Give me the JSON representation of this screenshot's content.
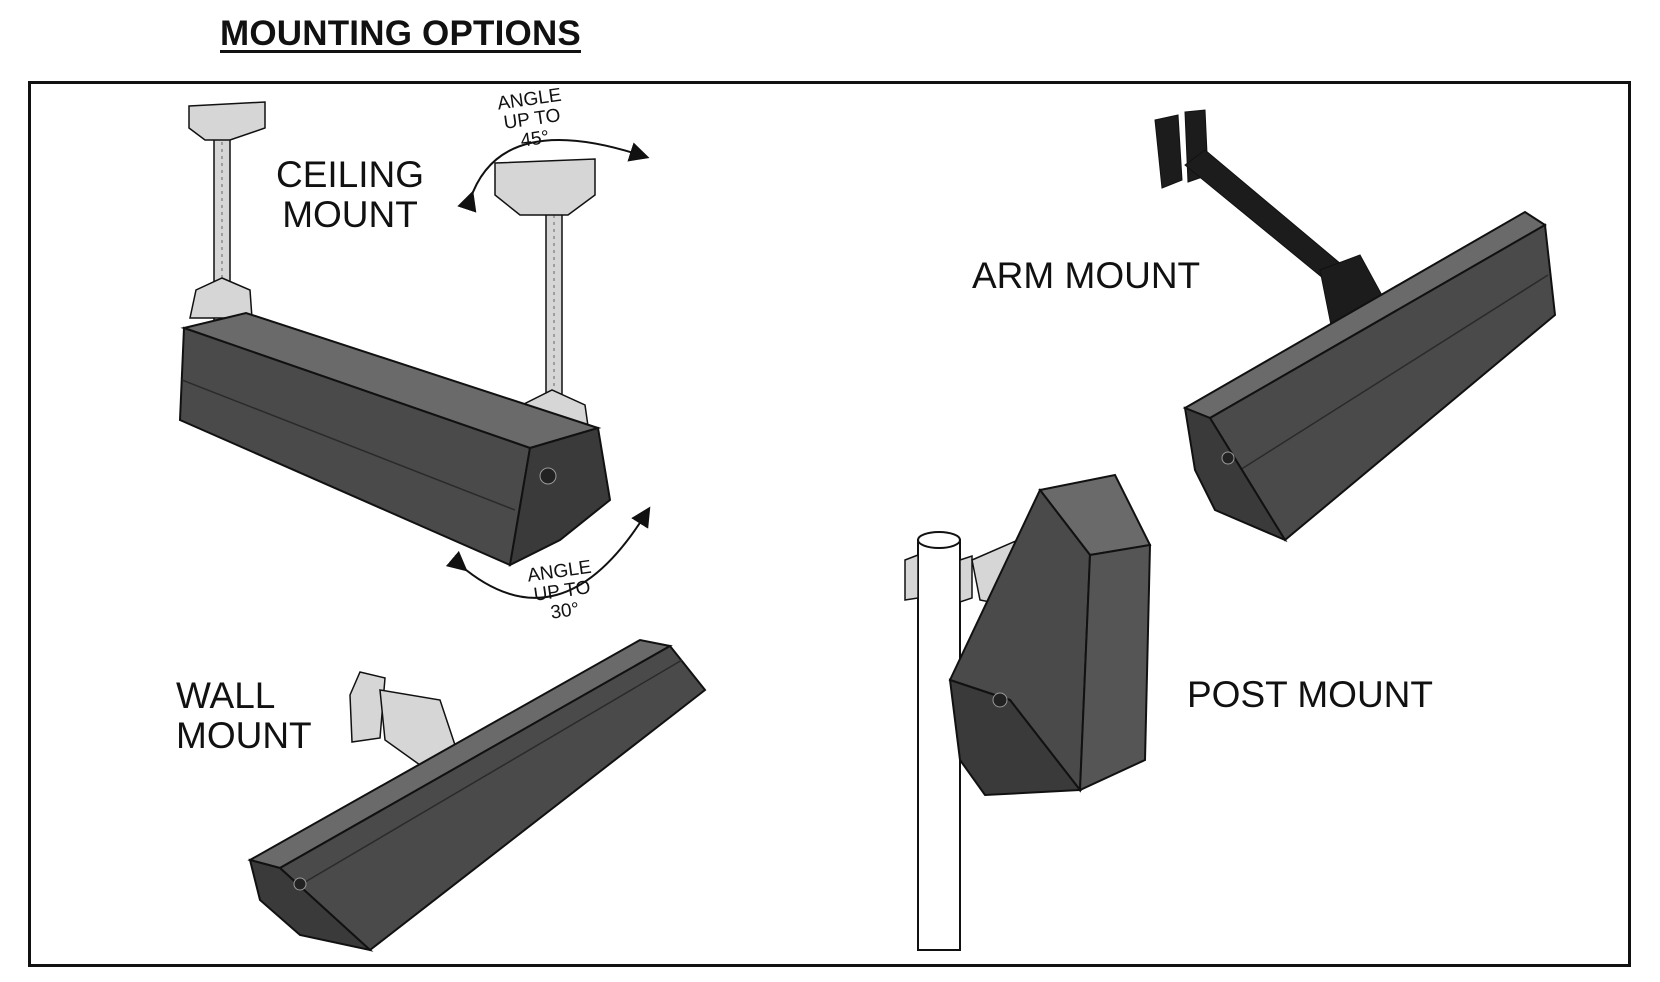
{
  "title": "MOUNTING OPTIONS",
  "labels": {
    "ceiling": "CEILING\nMOUNT",
    "wall": "WALL\nMOUNT",
    "arm": "ARM MOUNT",
    "post": "POST MOUNT",
    "angle_top": "ANGLE\nUP TO\n45°",
    "angle_bottom": "ANGLE\nUP TO\n30°"
  },
  "colors": {
    "heater_front": "#4a4a4a",
    "heater_top": "#6a6a6a",
    "bracket": "#d6d6d6",
    "arm_bracket": "#1c1c1c",
    "line": "#111111"
  }
}
